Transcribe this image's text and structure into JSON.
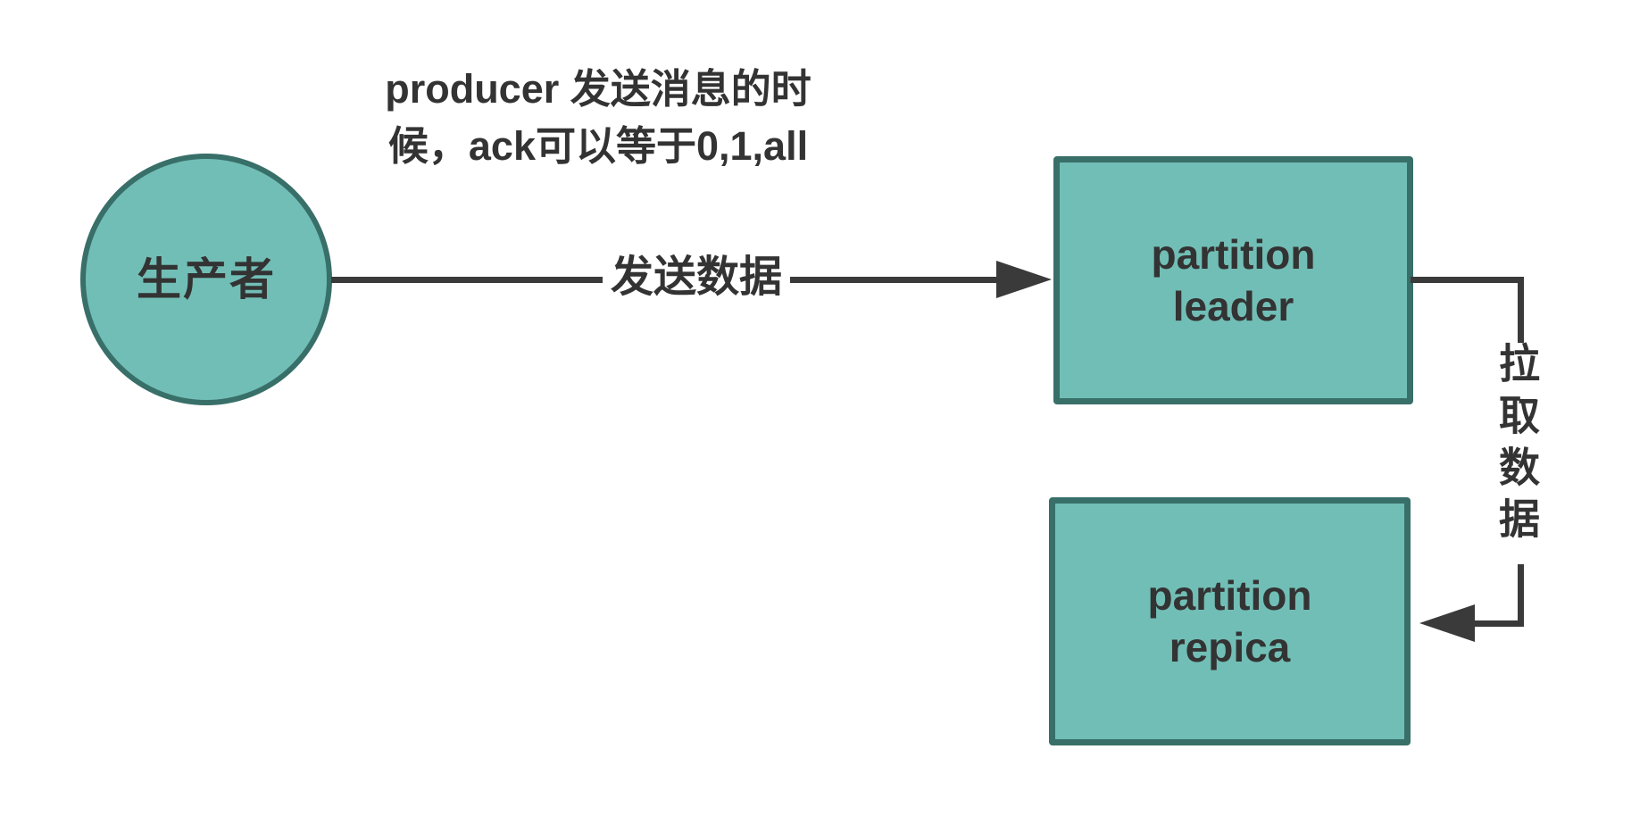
{
  "colors": {
    "node_fill": "#71beb6",
    "node_border": "#386f69",
    "connector": "#3a3a3a",
    "text": "#333333"
  },
  "annotation": {
    "line1": "producer 发送消息的时",
    "line2": "候，ack可以等于0,1,all"
  },
  "nodes": {
    "producer": {
      "label": "生产者"
    },
    "partition_leader": {
      "line1": "partition",
      "line2": "leader"
    },
    "partition_replica": {
      "line1": "partition",
      "line2": "repica"
    }
  },
  "edges": {
    "send": {
      "label": "发送数据"
    },
    "pull": {
      "label": "拉取数据"
    }
  }
}
